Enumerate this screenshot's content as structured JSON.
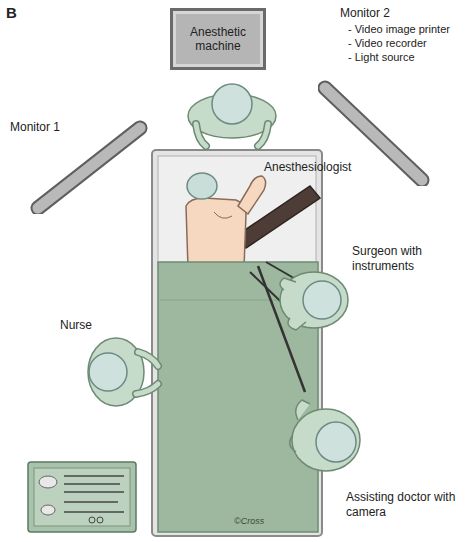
{
  "diagram": {
    "nodes": [
      {
        "text": [
          "Anesthetic machine"
        ]
      },
      {
        "text": [
          "Monitor 1"
        ]
      },
      {
        "text": [
          "Monitor 2",
          "- Video image printer",
          "- Video recorder",
          "- Light source"
        ]
      }
    ],
    "labels": [
      "B",
      "Anesthesiologist",
      "Surgeon with instruments",
      "Nurse",
      "Assisting doctor with camera",
      "©Cross"
    ]
  }
}
